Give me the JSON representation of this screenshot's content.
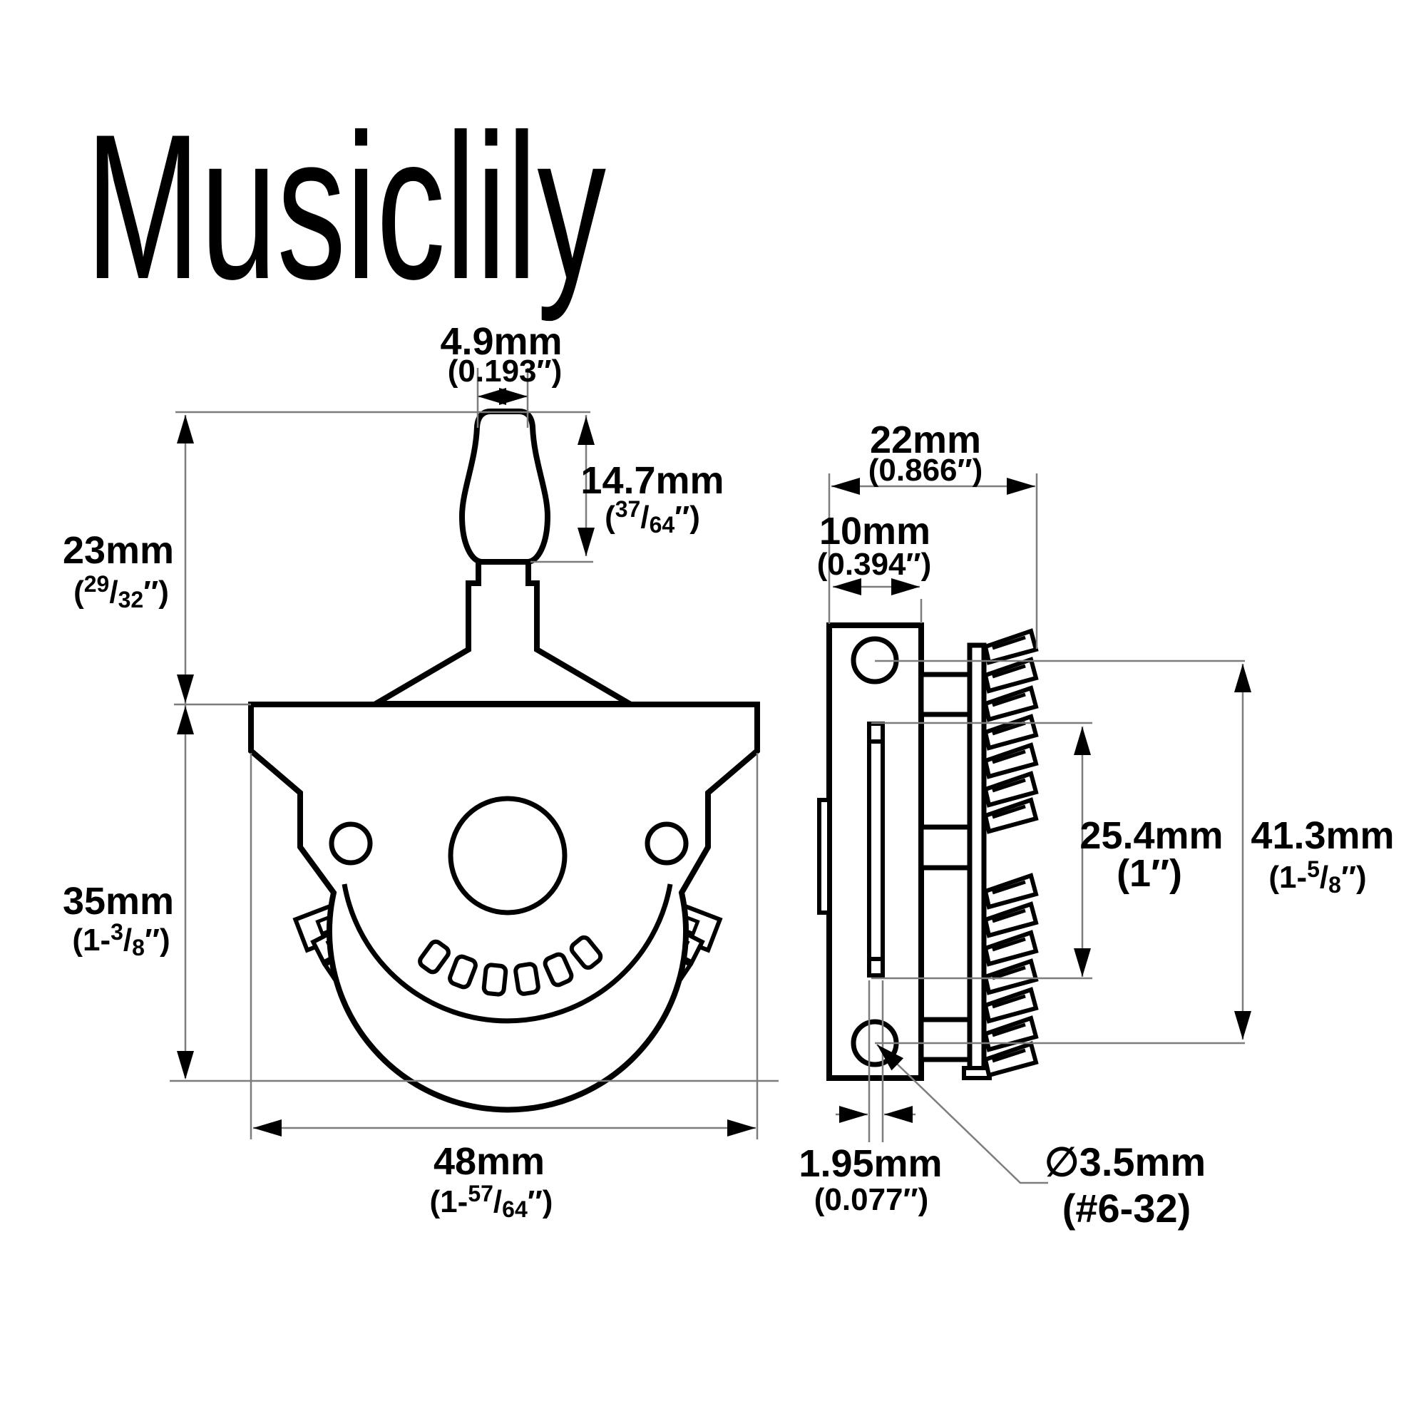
{
  "brand": "Musiclily",
  "colors": {
    "line": "#000000",
    "dim_line": "#7d7d7d",
    "background": "#ffffff"
  },
  "front_view": {
    "tip_width": {
      "mm": "4.9mm",
      "inch": "(0.193″)"
    },
    "tip_height": {
      "mm": "14.7mm",
      "pre": "(",
      "num": "37",
      "slash": "/",
      "den": "64",
      "post": "″)"
    },
    "upper_height": {
      "mm": "23mm",
      "pre": "(",
      "num": "29",
      "slash": "/",
      "den": "32",
      "post": "″)"
    },
    "body_height": {
      "mm": "35mm",
      "pre": "(1-",
      "num": "3",
      "slash": "/",
      "den": "8",
      "post": "″)"
    },
    "body_width": {
      "mm": "48mm",
      "pre": "(1-",
      "num": "57",
      "slash": "/",
      "den": "64",
      "post": "″)"
    }
  },
  "side_view": {
    "depth": {
      "mm": "22mm",
      "inch": "(0.866″)"
    },
    "plate_depth": {
      "mm": "10mm",
      "inch": "(0.394″)"
    },
    "wafer_span": {
      "mm": "25.4mm",
      "inch": "(1″)"
    },
    "mount_span": {
      "mm": "41.3mm",
      "pre": "(1-",
      "num": "5",
      "slash": "/",
      "den": "8",
      "post": "″)"
    },
    "wafer_thickness": {
      "mm": "1.95mm",
      "inch": "(0.077″)"
    },
    "screw_hole": {
      "mm": "∅3.5mm",
      "thread": "(#6-32)"
    }
  }
}
